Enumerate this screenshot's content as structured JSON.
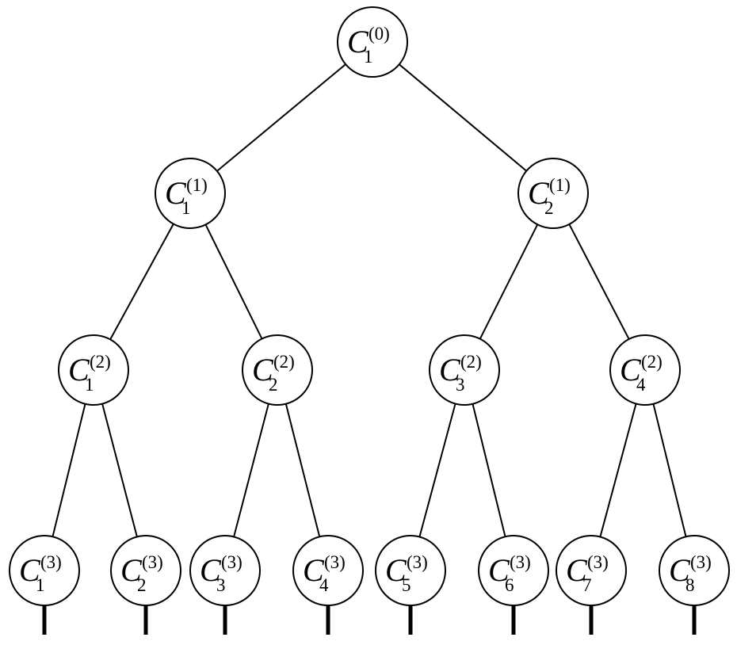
{
  "diagram": {
    "nodes": [
      {
        "id": "c0_1",
        "letter": "C",
        "level": "(0)",
        "index": "1"
      },
      {
        "id": "c1_1",
        "letter": "C",
        "level": "(1)",
        "index": "1"
      },
      {
        "id": "c1_2",
        "letter": "C",
        "level": "(1)",
        "index": "2"
      },
      {
        "id": "c2_1",
        "letter": "C",
        "level": "(2)",
        "index": "1"
      },
      {
        "id": "c2_2",
        "letter": "C",
        "level": "(2)",
        "index": "2"
      },
      {
        "id": "c2_3",
        "letter": "C",
        "level": "(2)",
        "index": "3"
      },
      {
        "id": "c2_4",
        "letter": "C",
        "level": "(2)",
        "index": "4"
      },
      {
        "id": "c3_1",
        "letter": "C",
        "level": "(3)",
        "index": "1"
      },
      {
        "id": "c3_2",
        "letter": "C",
        "level": "(3)",
        "index": "2"
      },
      {
        "id": "c3_3",
        "letter": "C",
        "level": "(3)",
        "index": "3"
      },
      {
        "id": "c3_4",
        "letter": "C",
        "level": "(3)",
        "index": "4"
      },
      {
        "id": "c3_5",
        "letter": "C",
        "level": "(3)",
        "index": "5"
      },
      {
        "id": "c3_6",
        "letter": "C",
        "level": "(3)",
        "index": "6"
      },
      {
        "id": "c3_7",
        "letter": "C",
        "level": "(3)",
        "index": "7"
      },
      {
        "id": "c3_8",
        "letter": "C",
        "level": "(3)",
        "index": "8"
      }
    ],
    "edges": [
      [
        "c0_1",
        "c1_1"
      ],
      [
        "c0_1",
        "c1_2"
      ],
      [
        "c1_1",
        "c2_1"
      ],
      [
        "c1_1",
        "c2_2"
      ],
      [
        "c1_2",
        "c2_3"
      ],
      [
        "c1_2",
        "c2_4"
      ],
      [
        "c2_1",
        "c3_1"
      ],
      [
        "c2_1",
        "c3_2"
      ],
      [
        "c2_2",
        "c3_3"
      ],
      [
        "c2_2",
        "c3_4"
      ],
      [
        "c2_3",
        "c3_5"
      ],
      [
        "c2_3",
        "c3_6"
      ],
      [
        "c2_4",
        "c3_7"
      ],
      [
        "c2_4",
        "c3_8"
      ]
    ],
    "leaf_stubs": [
      "c3_1",
      "c3_2",
      "c3_3",
      "c3_4",
      "c3_5",
      "c3_6",
      "c3_7",
      "c3_8"
    ]
  }
}
